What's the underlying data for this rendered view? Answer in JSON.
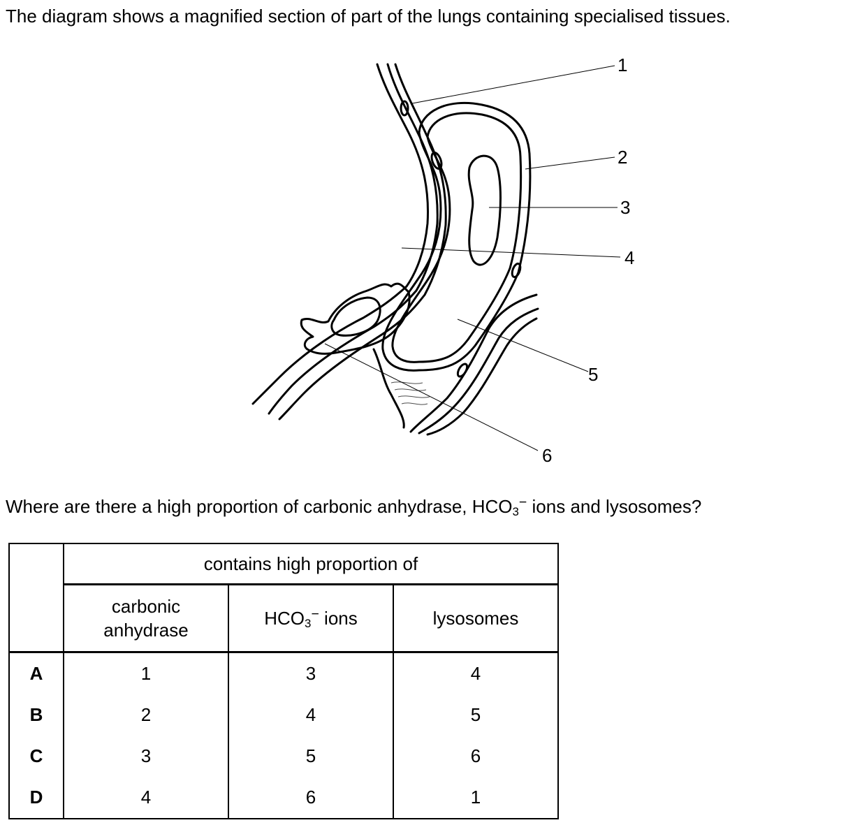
{
  "intro_text": "The diagram shows a magnified section of part of the lungs containing specialised tissues.",
  "question": {
    "before": "Where are there a high proportion of carbonic anhydrase, HCO",
    "subscript": "3",
    "superscript": "−",
    "after": " ions and lysosomes?"
  },
  "diagram": {
    "labels": [
      "1",
      "2",
      "3",
      "4",
      "5",
      "6"
    ]
  },
  "table": {
    "group_header": "contains high proportion of",
    "col1_line1": "carbonic",
    "col1_line2": "anhydrase",
    "col2_prefix": "HCO",
    "col2_sub": "3",
    "col2_sup": "−",
    "col2_suffix": " ions",
    "col3": "lysosomes",
    "rows": [
      {
        "letter": "A",
        "values": [
          "1",
          "3",
          "4"
        ]
      },
      {
        "letter": "B",
        "values": [
          "2",
          "4",
          "5"
        ]
      },
      {
        "letter": "C",
        "values": [
          "3",
          "5",
          "6"
        ]
      },
      {
        "letter": "D",
        "values": [
          "4",
          "6",
          "1"
        ]
      }
    ]
  }
}
